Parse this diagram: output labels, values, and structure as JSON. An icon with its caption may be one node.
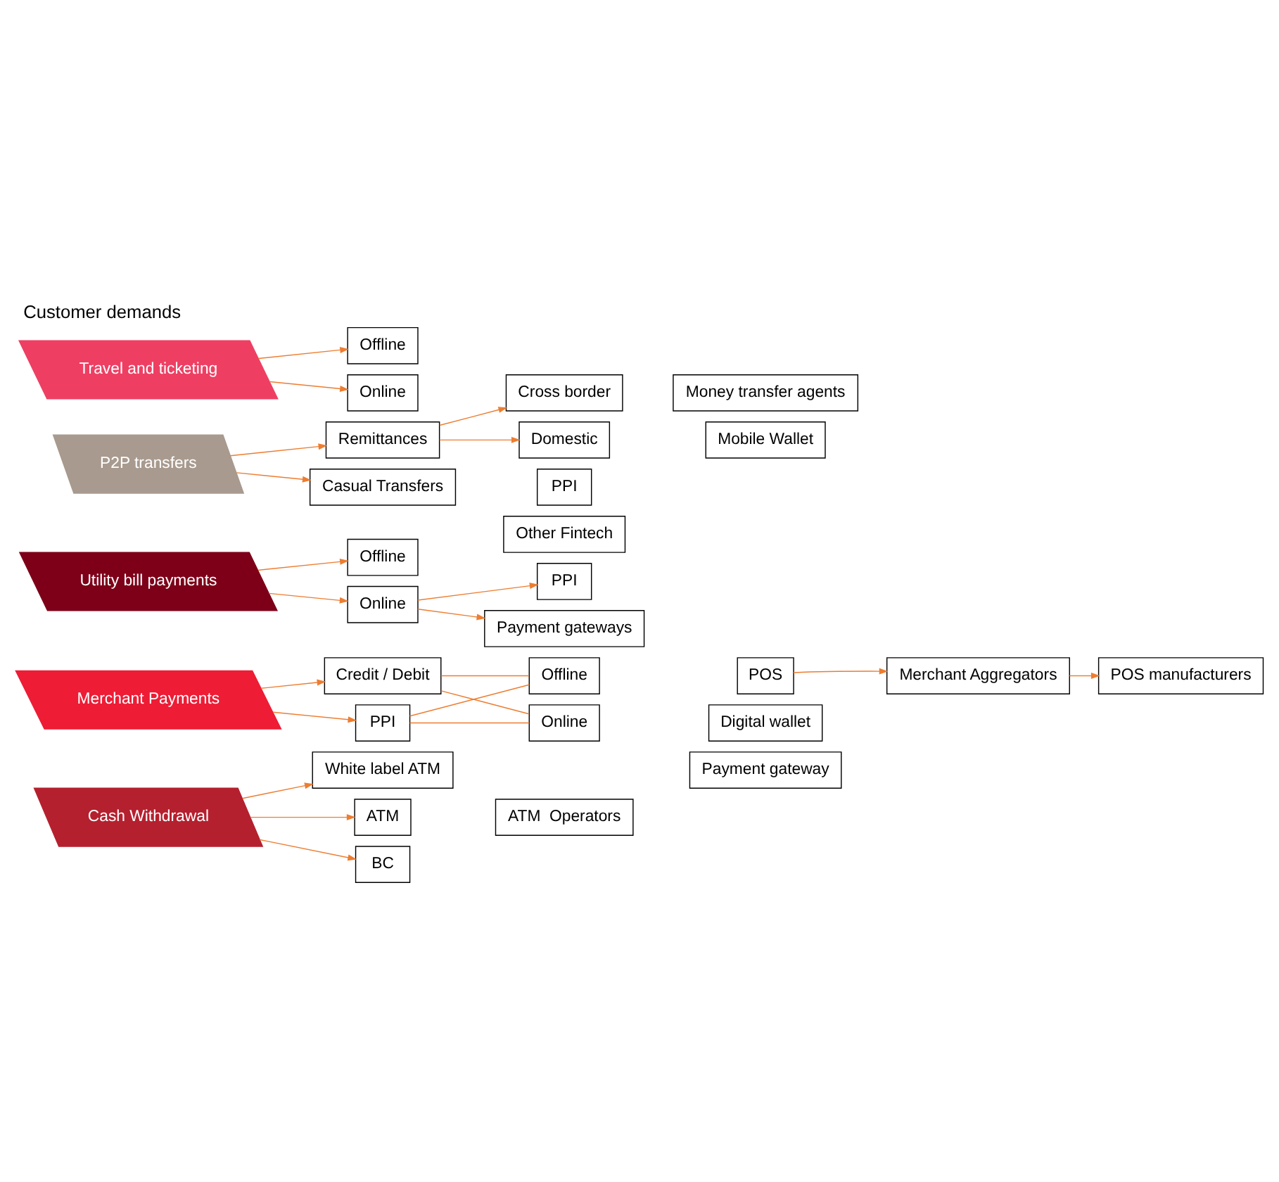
{
  "diagram": {
    "title": "Customer demands",
    "nodes": [
      {
        "text": [
          "Cash Withdrawal"
        ]
      },
      {
        "text": [
          "White label ATM"
        ]
      },
      {
        "text": [
          "ATM"
        ]
      },
      {
        "text": [
          "ATM  Operators"
        ]
      },
      {
        "text": [
          "BC"
        ]
      },
      {
        "text": [
          "Merchant Aggregators"
        ]
      },
      {
        "text": [
          "POS manufacturers"
        ]
      },
      {
        "text": [
          "Merchant Payments"
        ]
      },
      {
        "text": [
          "Offline"
        ]
      },
      {
        "text": [
          "POS"
        ]
      },
      {
        "text": [
          "Credit / Debit"
        ]
      },
      {
        "text": [
          "PPI"
        ]
      },
      {
        "text": [
          "Online"
        ]
      },
      {
        "text": [
          "Payment gateway"
        ]
      },
      {
        "text": [
          "Digital wallet"
        ]
      },
      {
        "text": [
          "Utility bill payments"
        ]
      },
      {
        "text": [
          "Offline"
        ]
      },
      {
        "text": [
          "PPI"
        ]
      },
      {
        "text": [
          "Online"
        ]
      },
      {
        "text": [
          "Payment gateways"
        ]
      },
      {
        "text": [
          "P2P transfers"
        ]
      },
      {
        "text": [
          "Remittances"
        ]
      },
      {
        "text": [
          "Cross border"
        ]
      },
      {
        "text": [
          "Money transfer agents"
        ]
      },
      {
        "text": [
          "Domestic"
        ]
      },
      {
        "text": [
          "Mobile Wallet"
        ]
      },
      {
        "text": [
          "Casual Transfers"
        ]
      },
      {
        "text": [
          "PPI"
        ]
      },
      {
        "text": [
          "Other Fintech"
        ]
      },
      {
        "text": [
          "Travel and ticketing"
        ]
      },
      {
        "text": [
          "Offline"
        ]
      },
      {
        "text": [
          "Online"
        ]
      }
    ],
    "edges": [
      {
        "from": 0,
        "to": 1,
        "arrow": "to"
      },
      {
        "from": 0,
        "to": 2,
        "arrow": "to"
      },
      {
        "from": 0,
        "to": 4,
        "arrow": "to"
      },
      {
        "from": 9,
        "to": 5,
        "arrow": "to"
      },
      {
        "from": 5,
        "to": 6,
        "arrow": "to"
      },
      {
        "from": 7,
        "to": 10,
        "arrow": "to"
      },
      {
        "from": 7,
        "to": 11,
        "arrow": "to"
      },
      {
        "from": 10,
        "to": 8,
        "arrow": "none"
      },
      {
        "from": 10,
        "to": 12,
        "arrow": "none"
      },
      {
        "from": 11,
        "to": 8,
        "arrow": "none"
      },
      {
        "from": 11,
        "to": 12,
        "arrow": "none"
      },
      {
        "from": 15,
        "to": 16,
        "arrow": "to"
      },
      {
        "from": 15,
        "to": 18,
        "arrow": "to"
      },
      {
        "from": 18,
        "to": 17,
        "arrow": "to"
      },
      {
        "from": 18,
        "to": 19,
        "arrow": "to"
      },
      {
        "from": 20,
        "to": 21,
        "arrow": "to"
      },
      {
        "from": 20,
        "to": 26,
        "arrow": "to"
      },
      {
        "from": 21,
        "to": 22,
        "arrow": "to"
      },
      {
        "from": 21,
        "to": 24,
        "arrow": "to"
      },
      {
        "from": 29,
        "to": 30,
        "arrow": "to"
      },
      {
        "from": 29,
        "to": 31,
        "arrow": "to"
      }
    ]
  }
}
